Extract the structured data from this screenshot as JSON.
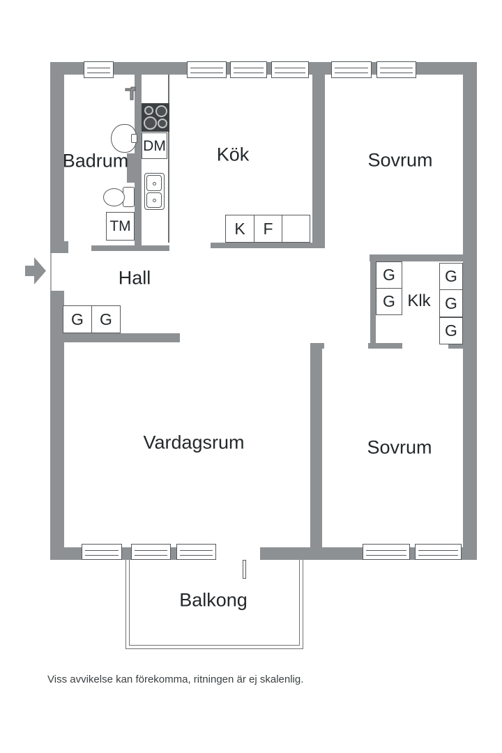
{
  "floorplan": {
    "rooms": {
      "badrum": {
        "label": "Badrum"
      },
      "kok": {
        "label": "Kök"
      },
      "sovrum_1": {
        "label": "Sovrum"
      },
      "hall": {
        "label": "Hall"
      },
      "klk": {
        "label": "Klk"
      },
      "vardagsrum": {
        "label": "Vardagsrum"
      },
      "sovrum_2": {
        "label": "Sovrum"
      },
      "balkong": {
        "label": "Balkong"
      }
    },
    "appliances": {
      "dm": "DM",
      "tm": "TM",
      "k": "K",
      "f": "F"
    },
    "wardrobe": {
      "label": "G",
      "count": 7
    },
    "icons": {
      "entrance": "entrance-arrow-icon",
      "stove": "stove-burners-icon",
      "kitchen_sink": "double-sink-icon",
      "bathroom_sink": "washbasin-icon",
      "toilet": "toilet-icon",
      "faucet": "faucet-icon",
      "windows": "window-icon",
      "balcony_door": "balcony-door-leaf"
    },
    "colors": {
      "wall": "#8d9194",
      "line": "#54585b",
      "text": "#24282b",
      "background": "#ffffff"
    }
  },
  "footer": {
    "disclaimer": "Viss avvikelse kan förekomma, ritningen är ej skalenlig."
  }
}
